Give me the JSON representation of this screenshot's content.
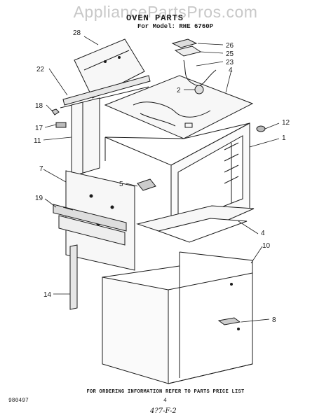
{
  "watermark": "AppliancePartsPros.com",
  "title": "OVEN PARTS",
  "model_line": "For Model: RHE 6760P",
  "callouts": [
    "28",
    "26",
    "25",
    "23",
    "4",
    "22",
    "2",
    "18",
    "12",
    "17",
    "1",
    "11",
    "7",
    "5",
    "19",
    "4",
    "10",
    "14",
    "8"
  ],
  "footer": {
    "note": "FOR ORDERING INFORMATION REFER TO PARTS PRICE LIST",
    "code": "980497",
    "page": "4",
    "handwritten": "4?7-F-2"
  }
}
